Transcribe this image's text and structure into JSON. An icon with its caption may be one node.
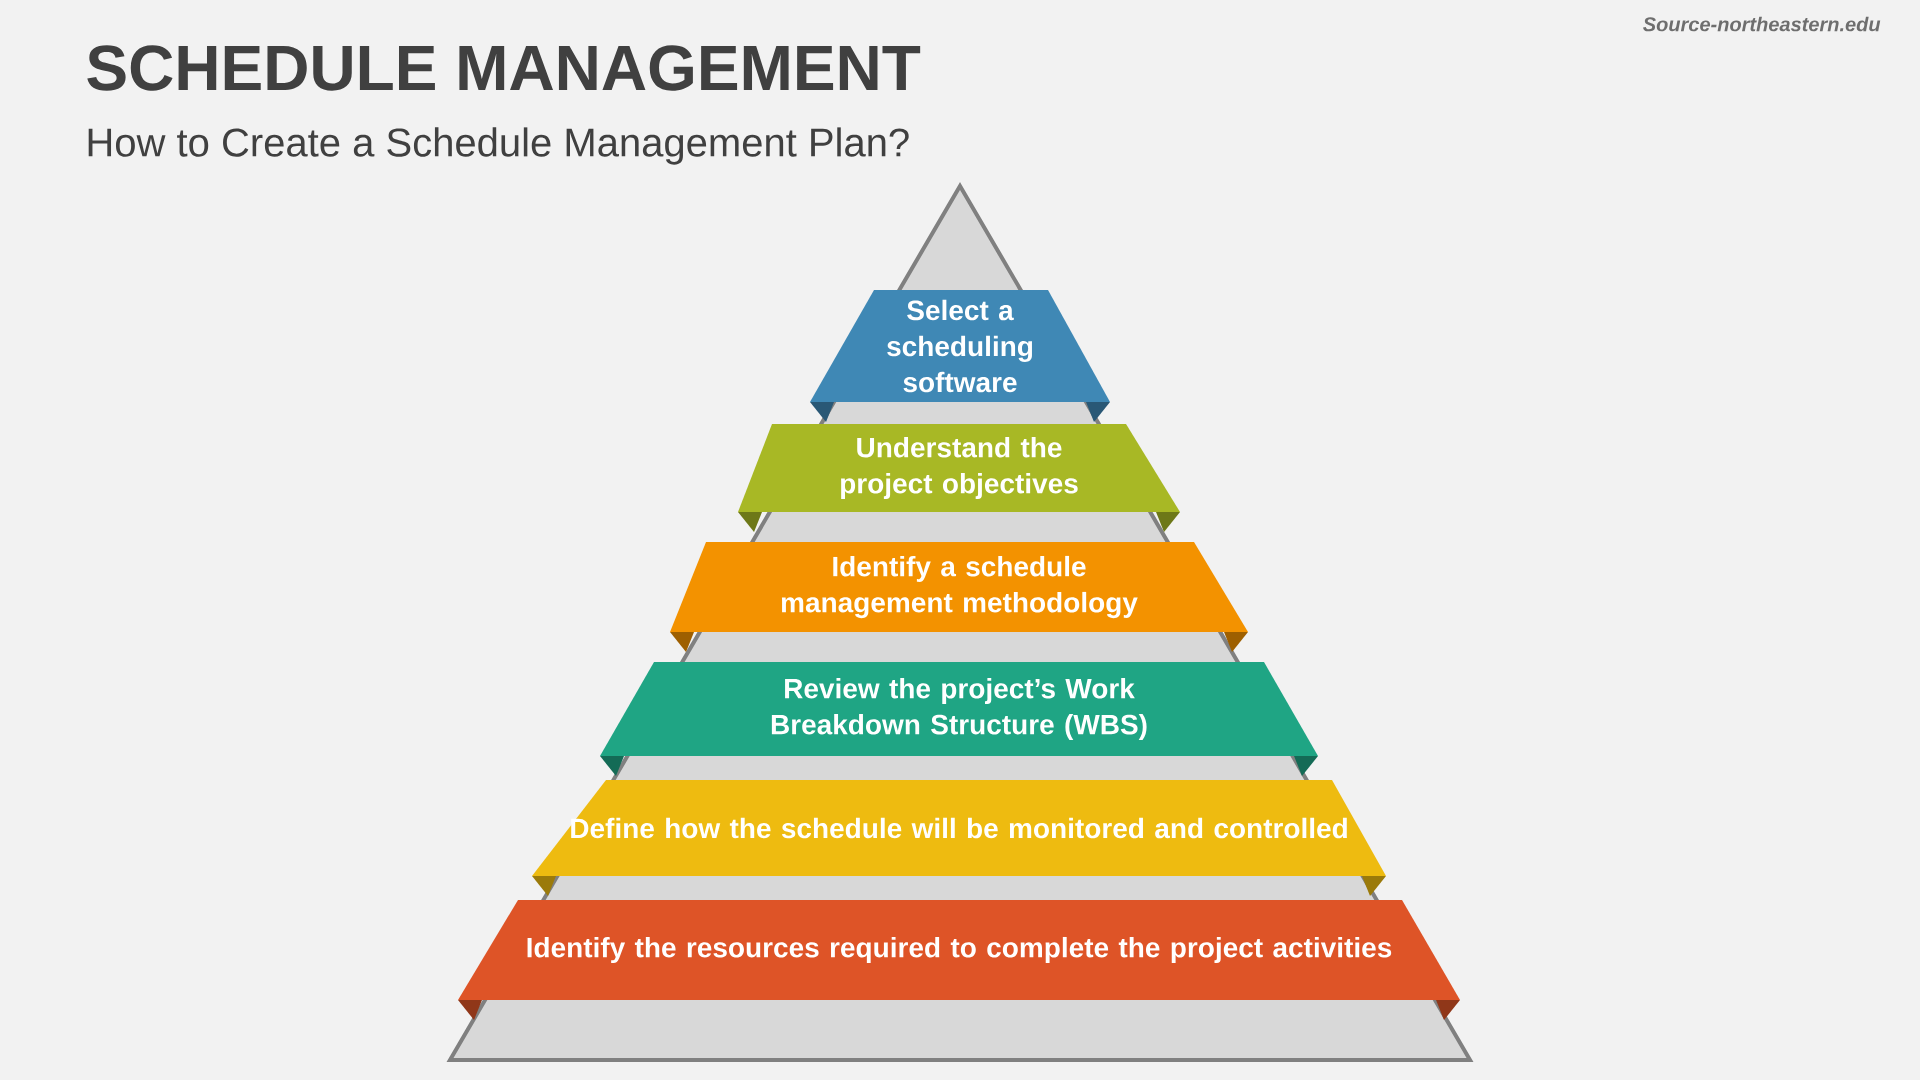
{
  "diagram": {
    "title": "SCHEDULE MANAGEMENT",
    "nodes": [
      {
        "text": [
          "Select a scheduling software"
        ]
      },
      {
        "text": [
          "Understand the project objectives"
        ]
      },
      {
        "text": [
          "Identify a schedule management methodology"
        ]
      },
      {
        "text": [
          "Review the project’s Work Breakdown Structure (WBS)"
        ]
      },
      {
        "text": [
          "Define how the schedule will be monitored and controlled"
        ]
      },
      {
        "text": [
          "Identify the resources required to complete the project activities"
        ]
      }
    ],
    "labels": [
      "How to Create a Schedule Management Plan?",
      "Source-northeastern.edu"
    ]
  }
}
